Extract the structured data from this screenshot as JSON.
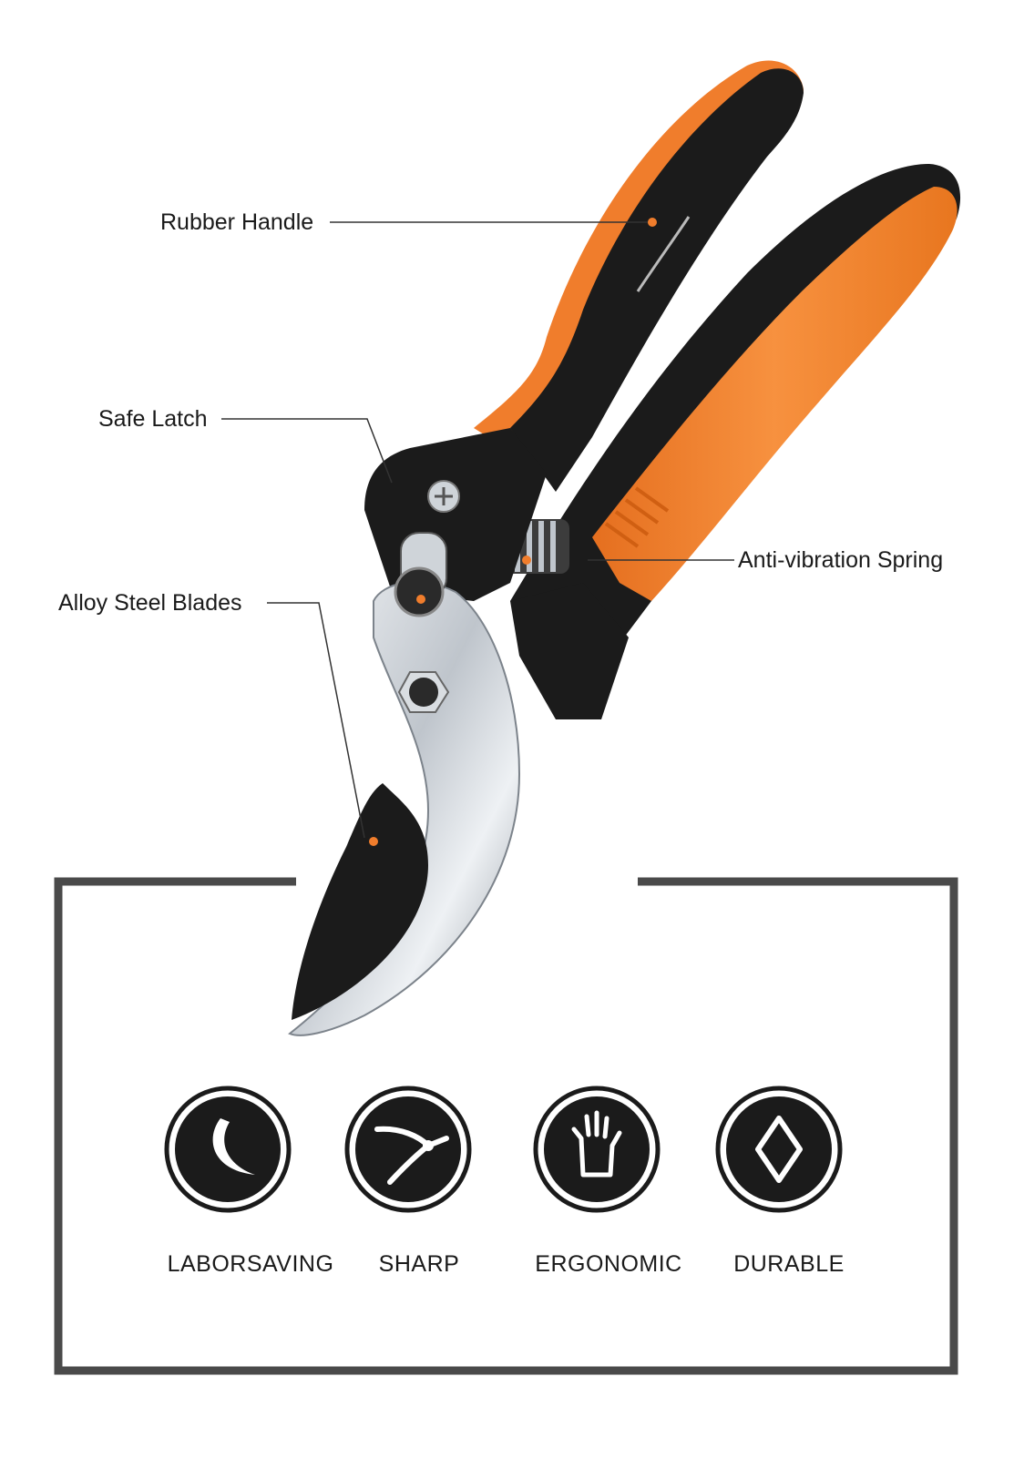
{
  "colors": {
    "orange": "#f07d2c",
    "black": "#1b1b1b",
    "steel": "#c9ced4",
    "frame": "#4a4a4a"
  },
  "callouts": {
    "rubber_handle": "Rubber Handle",
    "safe_latch": "Safe Latch",
    "alloy_blades": "Alloy Steel Blades",
    "spring": "Anti-vibration Spring"
  },
  "features": [
    {
      "label": "LABORSAVING",
      "icon": "crescent-icon"
    },
    {
      "label": "SHARP",
      "icon": "pruner-icon"
    },
    {
      "label": "ERGONOMIC",
      "icon": "hand-icon"
    },
    {
      "label": "DURABLE",
      "icon": "diamond-icon"
    }
  ]
}
